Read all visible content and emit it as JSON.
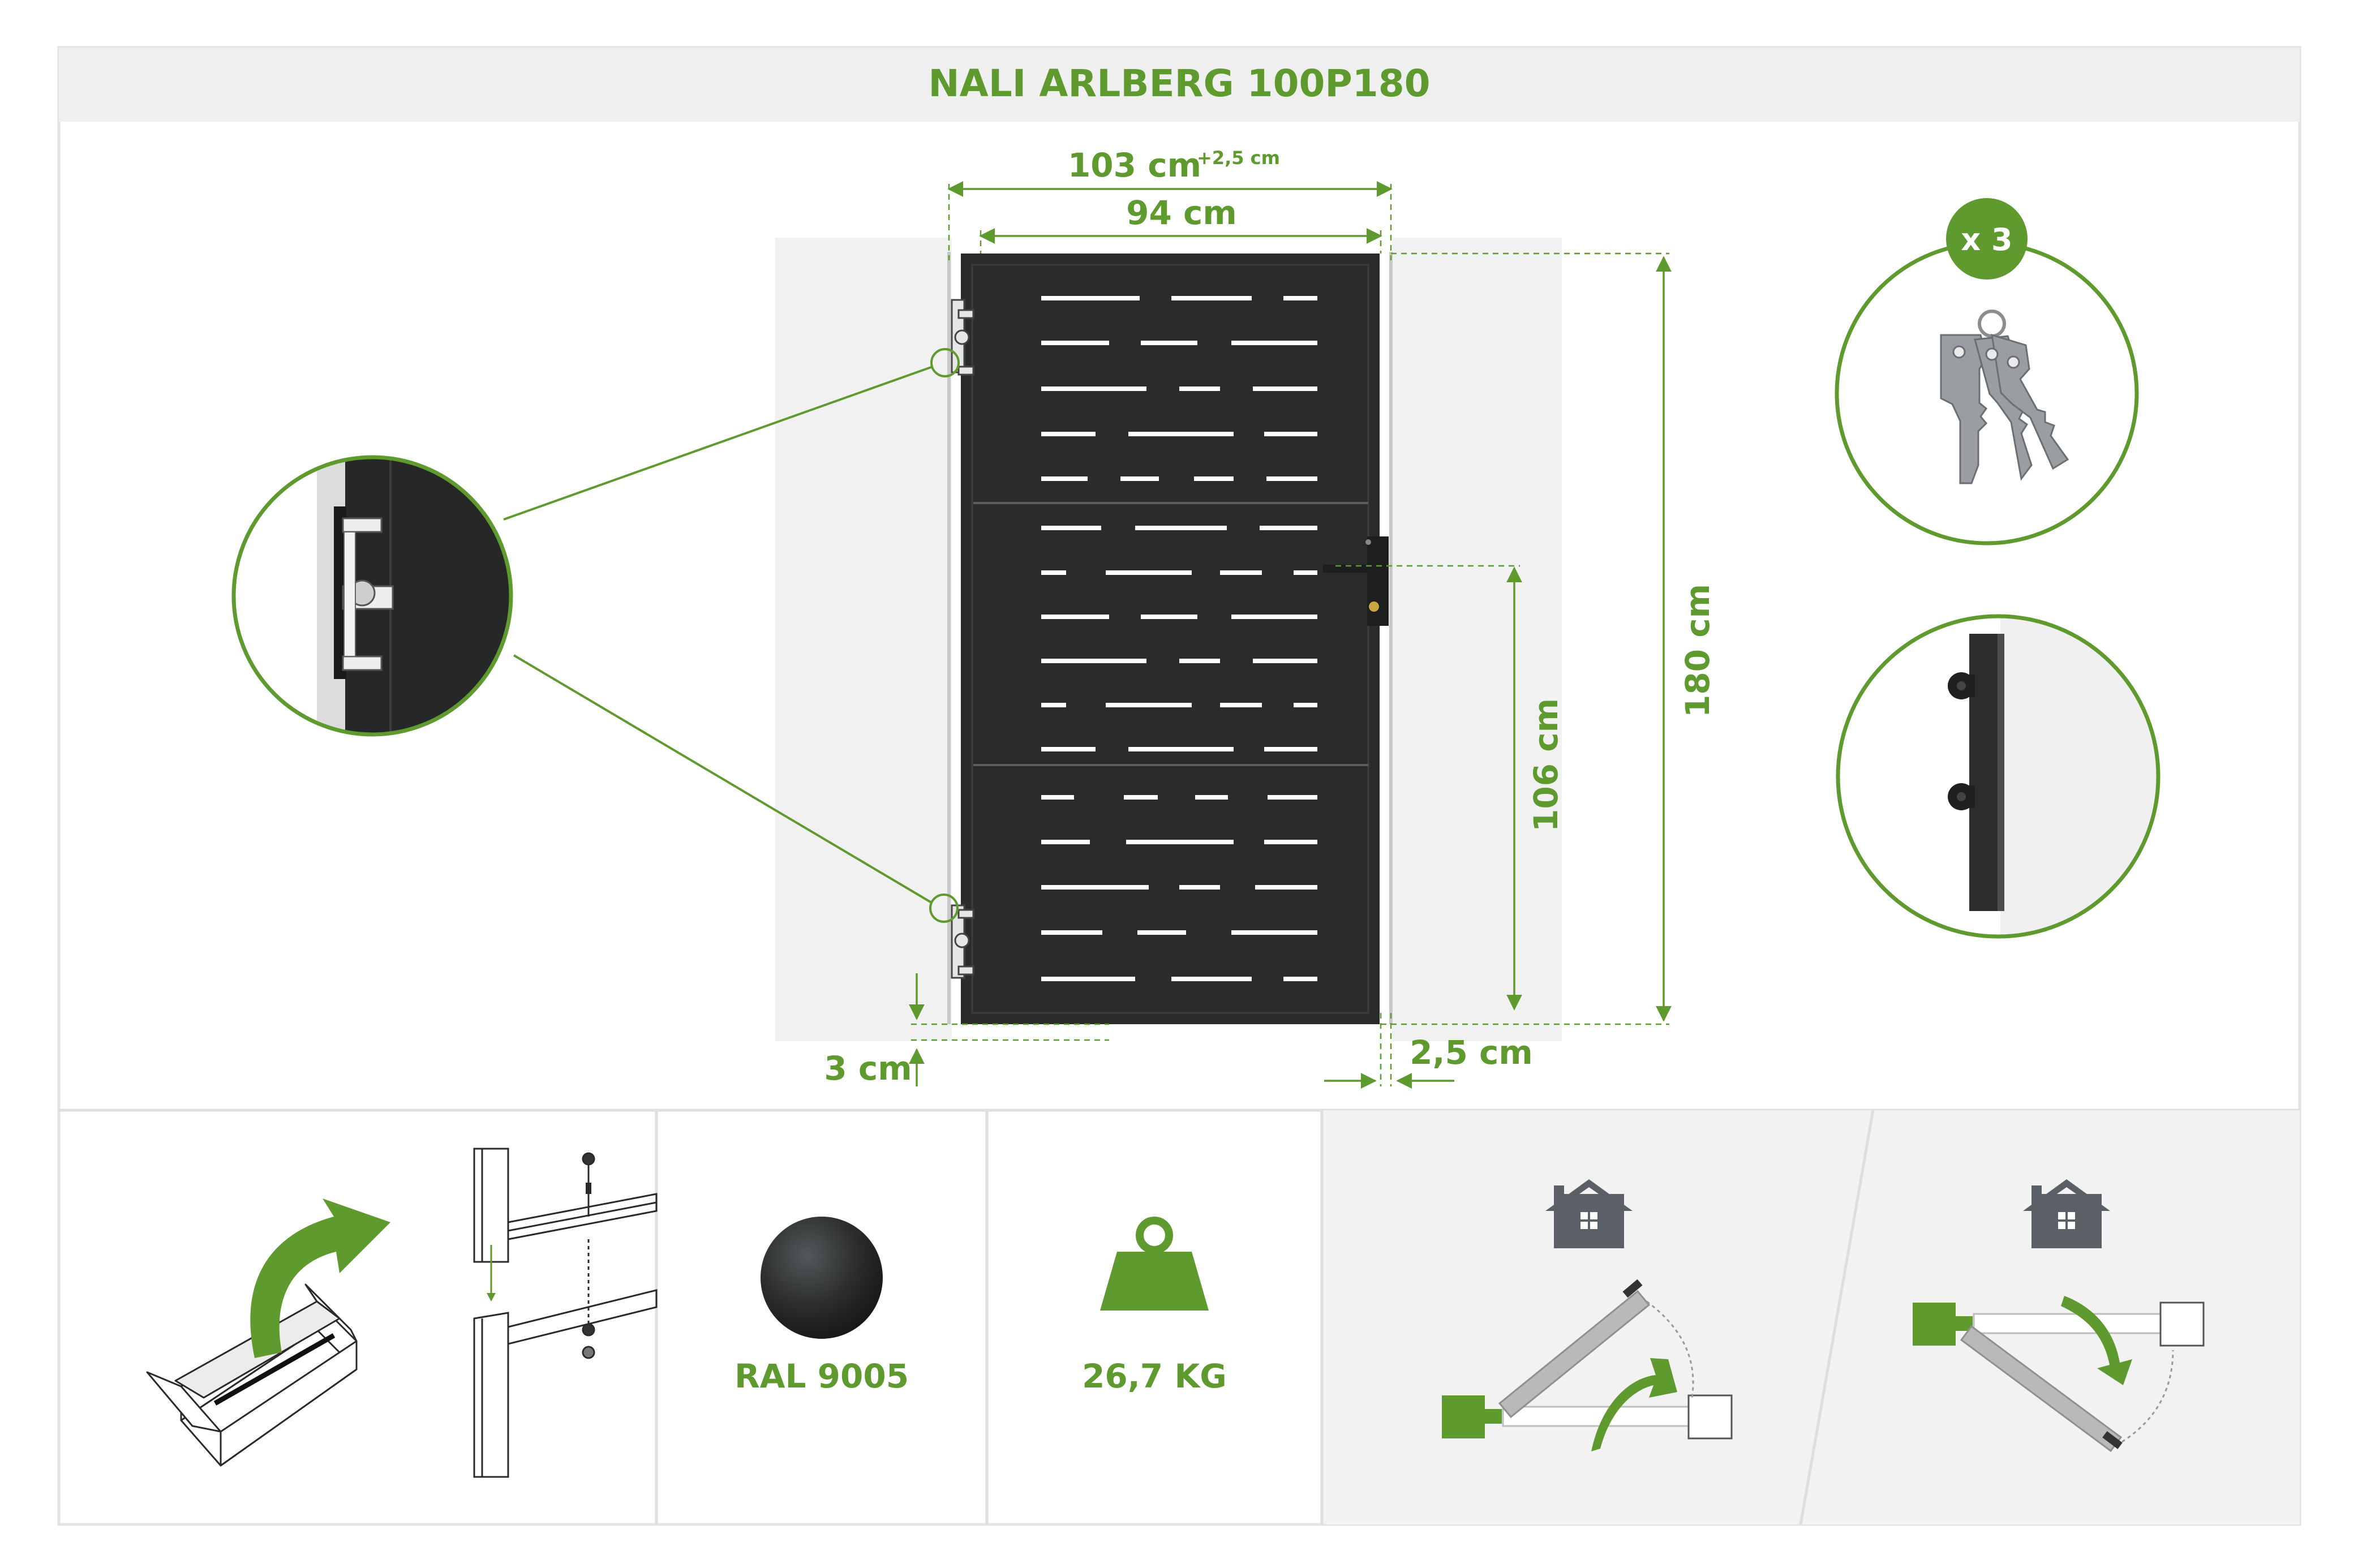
{
  "header": {
    "title": "NALI ARLBERG 100P180"
  },
  "dimensions": {
    "total_width": "103 cm",
    "total_width_tolerance": "+2,5 cm",
    "panel_width": "94 cm",
    "height": "180 cm",
    "lock_height": "106 cm",
    "ground_gap": "3 cm",
    "side_gap": "2,5 cm"
  },
  "accessories": {
    "key_count": "x 3"
  },
  "features": {
    "color_label": "RAL 9005",
    "weight_label": "26,7 KG"
  },
  "colors": {
    "brand_green": "#5f9a2f",
    "gate_black": "#2a2c2b",
    "house_gray": "#5b5f66"
  }
}
